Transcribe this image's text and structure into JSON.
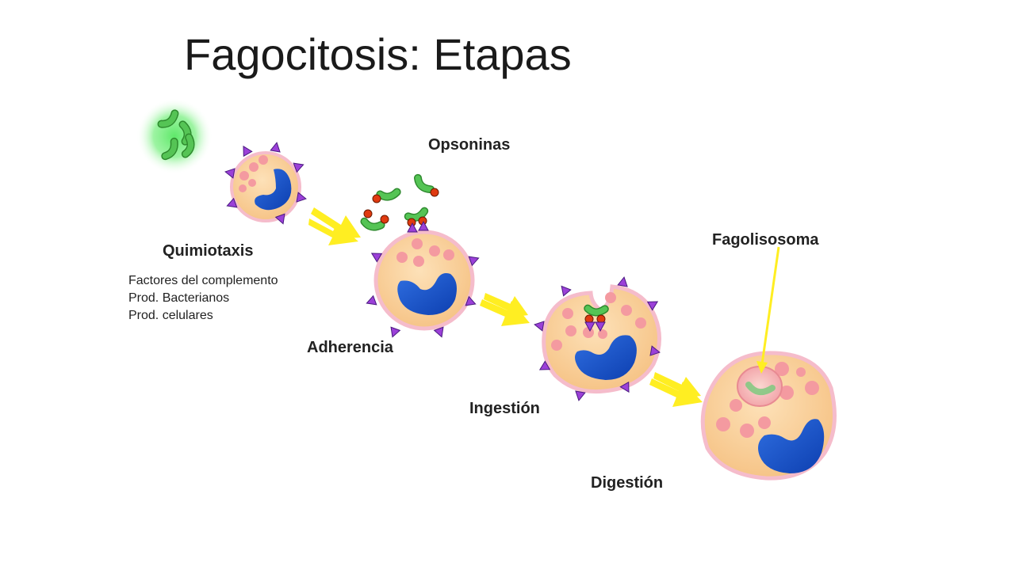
{
  "slide": {
    "title": "Fagocitosis: Etapas"
  },
  "labels": {
    "quimiotaxis": "Quimiotaxis",
    "opsoninas": "Opsoninas",
    "adherencia": "Adherencia",
    "ingestion": "Ingestión",
    "digestion": "Digestión",
    "fagolisosoma": "Fagolisosoma"
  },
  "factors": [
    "Factores del complemento",
    "Prod. Bacterianos",
    "Prod. celulares"
  ],
  "colors": {
    "cell_cytoplasm": "#f9cf9a",
    "cell_border": "#f4b9c9",
    "nucleus": "#1650c4",
    "granule": "#f49aa0",
    "receptor": "#9b40d8",
    "bacteria": "#4ab84a",
    "opsonin": "#e03a10",
    "arrow": "#ffee22",
    "glow": "#5fe86a"
  }
}
